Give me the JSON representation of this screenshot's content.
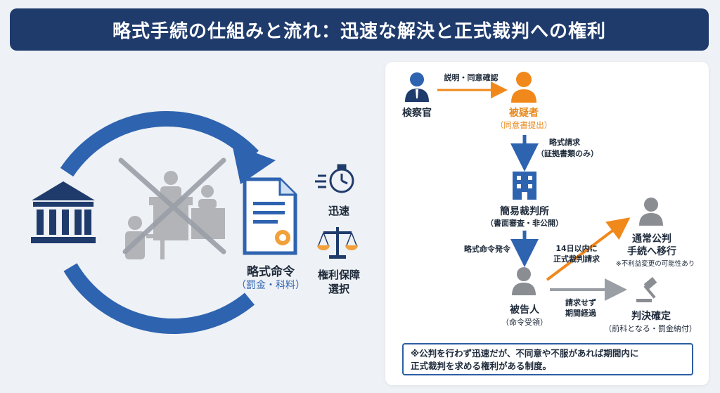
{
  "title": "略式手続の仕組みと流れ：迅速な解決と正式裁判への権利",
  "left": {
    "doc_label": "略式命令",
    "doc_sub": "（罰金・科料）",
    "speed_label": "迅速",
    "rights_label_1": "権利保障",
    "rights_label_2": "選択"
  },
  "flow": {
    "prosecutor": "検察官",
    "consent_label": "説明・同意確認",
    "suspect": "被疑者",
    "suspect_sub": "（同意書提出）",
    "request_1": "略式請求",
    "request_2": "（証拠書類のみ）",
    "court": "簡易裁判所",
    "court_sub": "（書面審査・非公開）",
    "order": "略式命令発令",
    "defendant": "被告人",
    "defendant_sub": "（命令受領）",
    "within_1": "14日以内に",
    "within_2": "正式裁判請求",
    "formal_1": "通常公判",
    "formal_2": "手続へ移行",
    "formal_note": "※不利益変更の可能性あり",
    "noreq_1": "請求せず",
    "noreq_2": "期間経過",
    "final": "判決確定",
    "final_sub": "（前科となる・罰金納付）"
  },
  "note": {
    "line1": "※公判を行わず迅速だが、不同意や不服があれば期間内に",
    "line2": "正式裁判を求める権利がある制度。"
  },
  "colors": {
    "navy": "#1f3b6c",
    "blue": "#2c5fa3",
    "orange": "#e8891e",
    "gray": "#9a9ea5"
  }
}
